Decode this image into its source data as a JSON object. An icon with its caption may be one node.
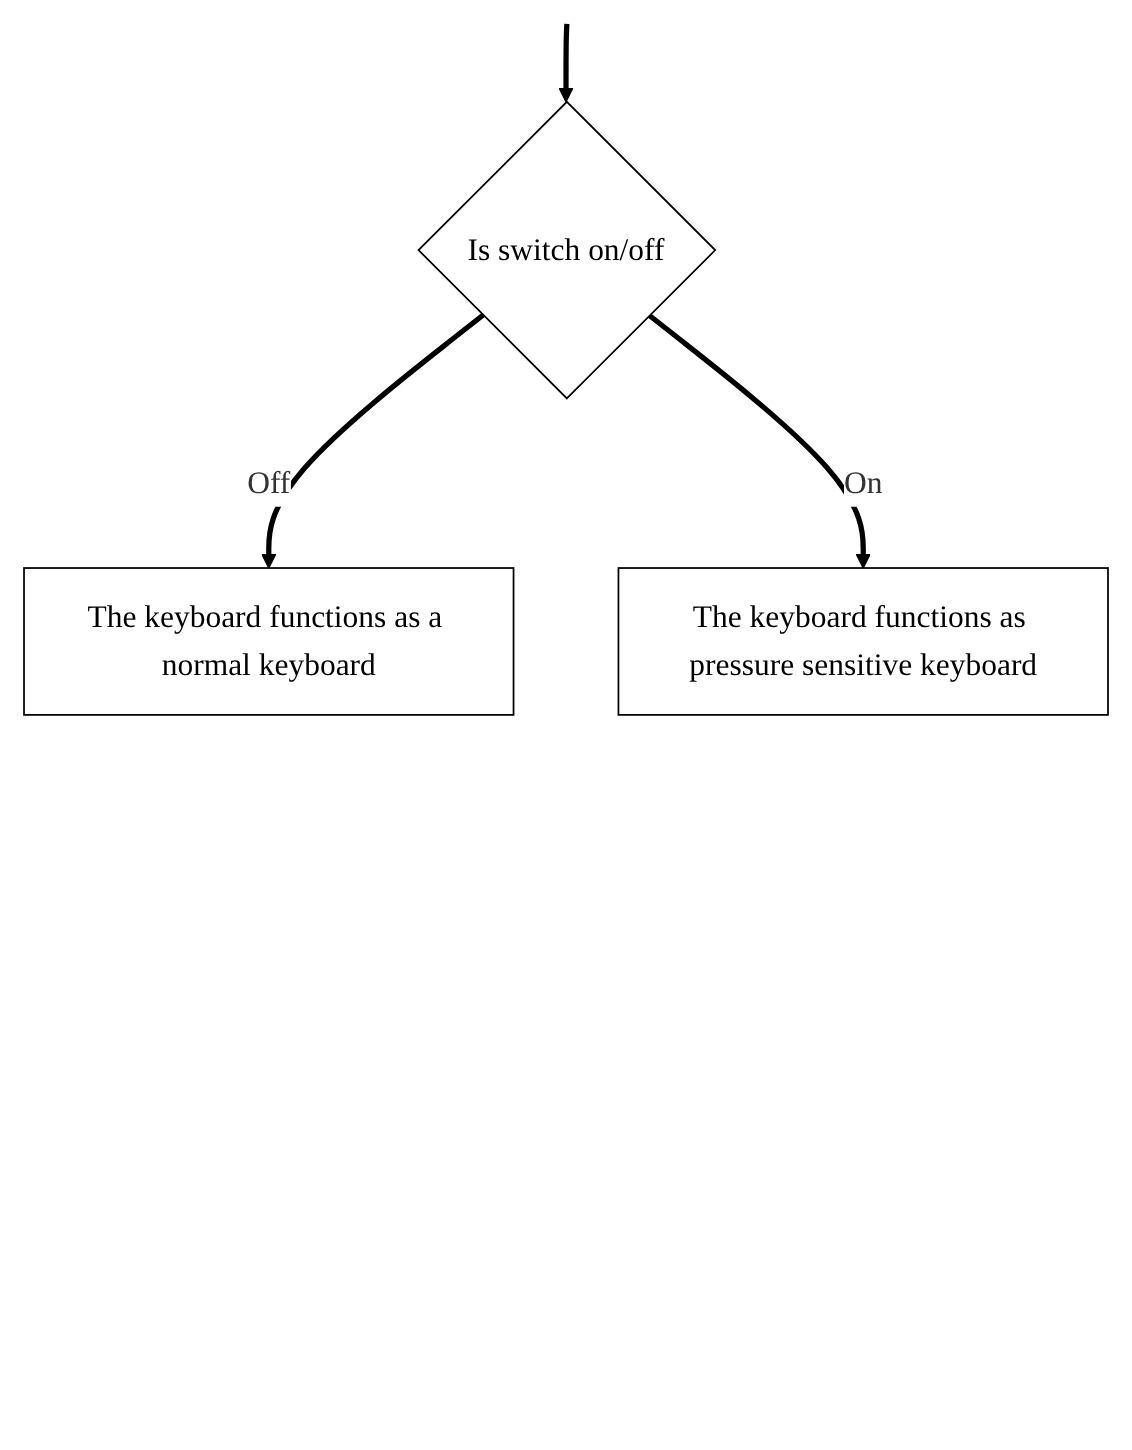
{
  "diagram": {
    "nodes": [
      {
        "text": [
          "Is switch on/off"
        ]
      },
      {
        "text": [
          "The keyboard functions as a normal keyboard"
        ]
      },
      {
        "text": [
          "The keyboard functions as pressure sensitive keyboard"
        ]
      }
    ],
    "edges": [
      {
        "from": null,
        "to": 0,
        "arrow": "to"
      },
      {
        "from": 0,
        "to": 1,
        "arrow": "to",
        "label": "Off"
      },
      {
        "from": 0,
        "to": 2,
        "arrow": "to",
        "label": "On"
      }
    ]
  }
}
